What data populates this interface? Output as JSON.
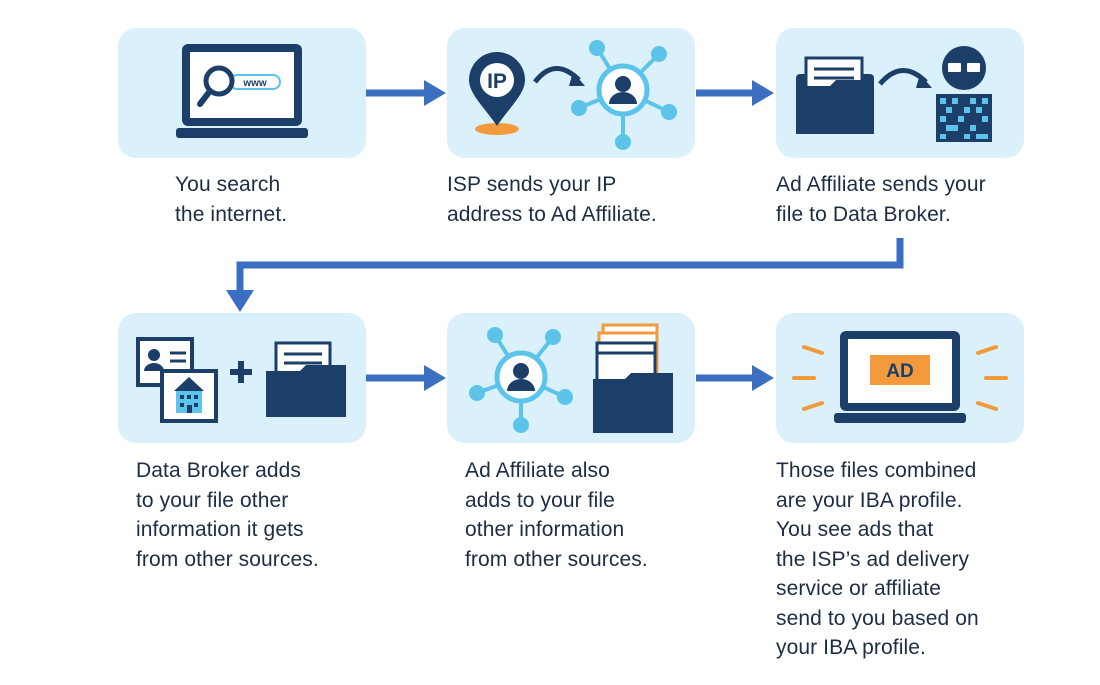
{
  "colors": {
    "card_bg": "#daf0fa",
    "navy": "#1c3f6a",
    "light_blue": "#5cc3ea",
    "arrow_blue": "#3a6fc1",
    "orange": "#f39a3c",
    "text": "#1d2d44"
  },
  "icons": {
    "laptop": "laptop-search-icon",
    "ip_pin": "ip-location-pin-icon",
    "network": "user-network-icon",
    "folder": "document-folder-icon",
    "broker": "data-broker-icon",
    "id_card": "id-card-icon",
    "building": "building-icon",
    "plus": "plus-icon",
    "ad_screen": "ad-screen-icon"
  },
  "labels": {
    "ip": "IP",
    "www": "www",
    "ad": "AD"
  },
  "steps": [
    {
      "caption": "You search\nthe internet."
    },
    {
      "caption": "ISP sends your IP\naddress to Ad Affiliate."
    },
    {
      "caption": "Ad Affiliate sends your\nfile to Data Broker."
    },
    {
      "caption": "Data Broker adds\nto your file other\ninformation it gets\nfrom other sources."
    },
    {
      "caption": "Ad Affiliate also\nadds to your file\nother information\nfrom other sources."
    },
    {
      "caption": "Those files combined\nare your IBA profile.\nYou see ads that\nthe ISP’s ad delivery\nservice or affiliate\nsend to you based on\nyour IBA profile."
    }
  ]
}
